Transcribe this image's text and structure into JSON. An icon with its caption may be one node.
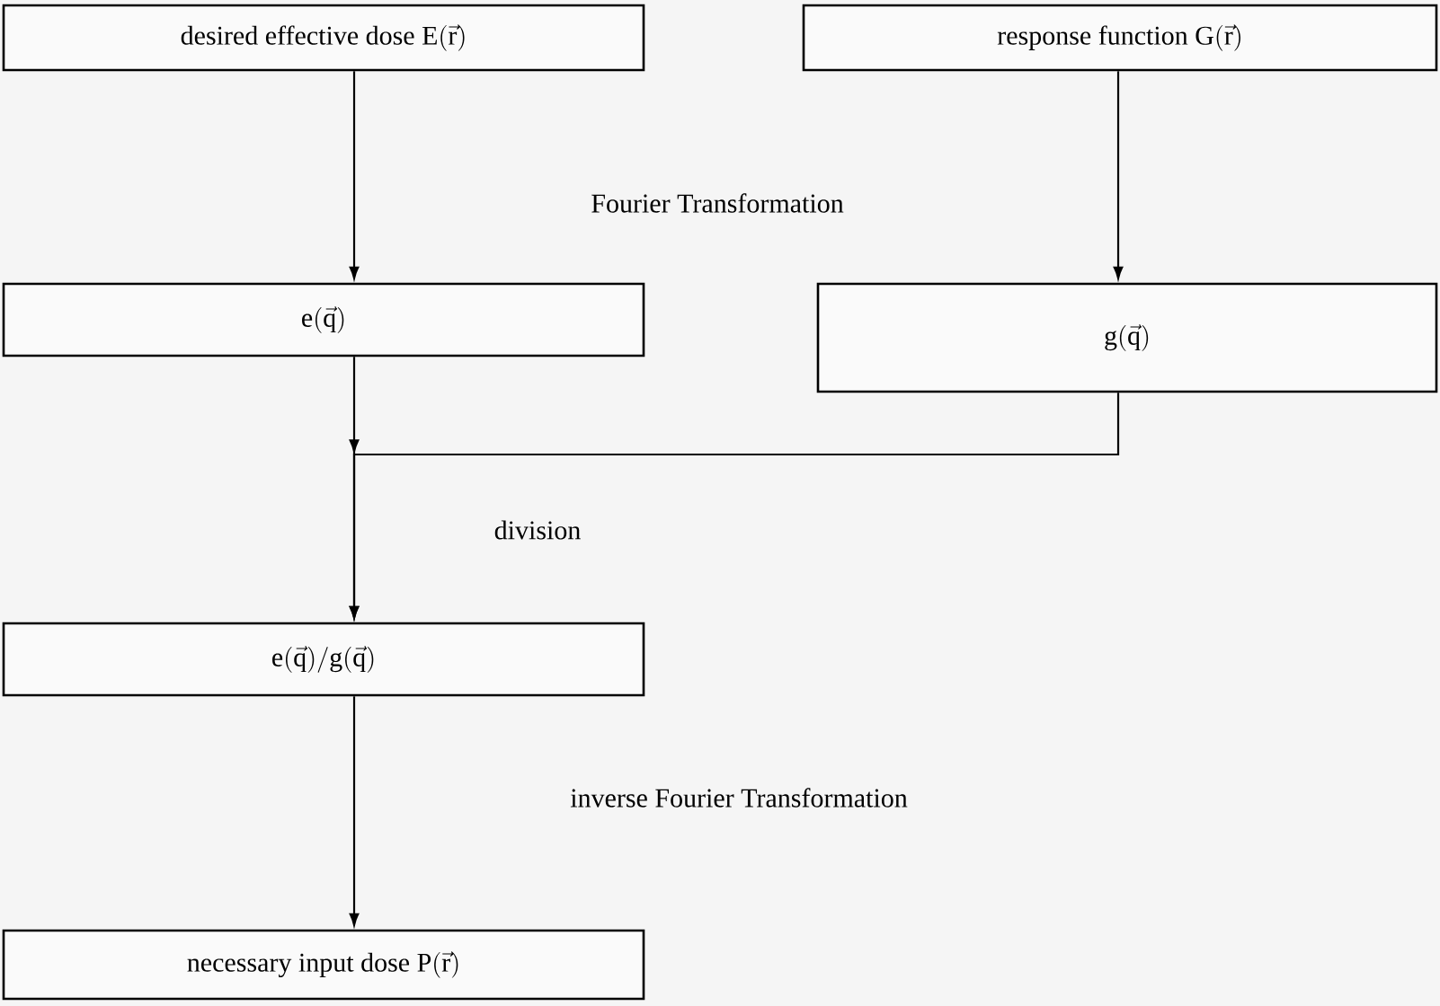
{
  "diagram": {
    "nodes": [
      {
        "text": [
          "\\text{desired effective dose }\\mathrm{E}(\\vec{\\mathrm{r}})"
        ]
      },
      {
        "text": [
          "\\text{response function }\\mathrm{G}(\\vec{\\mathrm{r}})"
        ]
      },
      {
        "text": [
          "\\mathrm{e}(\\vec{\\mathrm{q}})"
        ]
      },
      {
        "text": [
          "\\mathrm{g}(\\vec{\\mathrm{q}})"
        ]
      },
      {
        "text": [
          "\\mathrm{e}(\\vec{\\mathrm{q}})/\\mathrm{g}(\\vec{\\mathrm{q}})"
        ]
      },
      {
        "text": [
          "\\text{necessary input dose }\\mathrm{P}(\\vec{\\mathrm{r}})"
        ]
      }
    ],
    "edges": [
      {
        "from": 0,
        "to": 2,
        "arrow": "to"
      },
      {
        "from": 1,
        "to": 3,
        "arrow": "to"
      },
      {
        "from": 2,
        "to": 4,
        "arrow": "to"
      },
      {
        "from": 3,
        "to": 4,
        "arrow": "to"
      },
      {
        "from": 4,
        "to": 5,
        "arrow": "to"
      }
    ],
    "labels": [
      "Fourier Transformation",
      "division",
      "inverse Fourier Transformation"
    ]
  }
}
